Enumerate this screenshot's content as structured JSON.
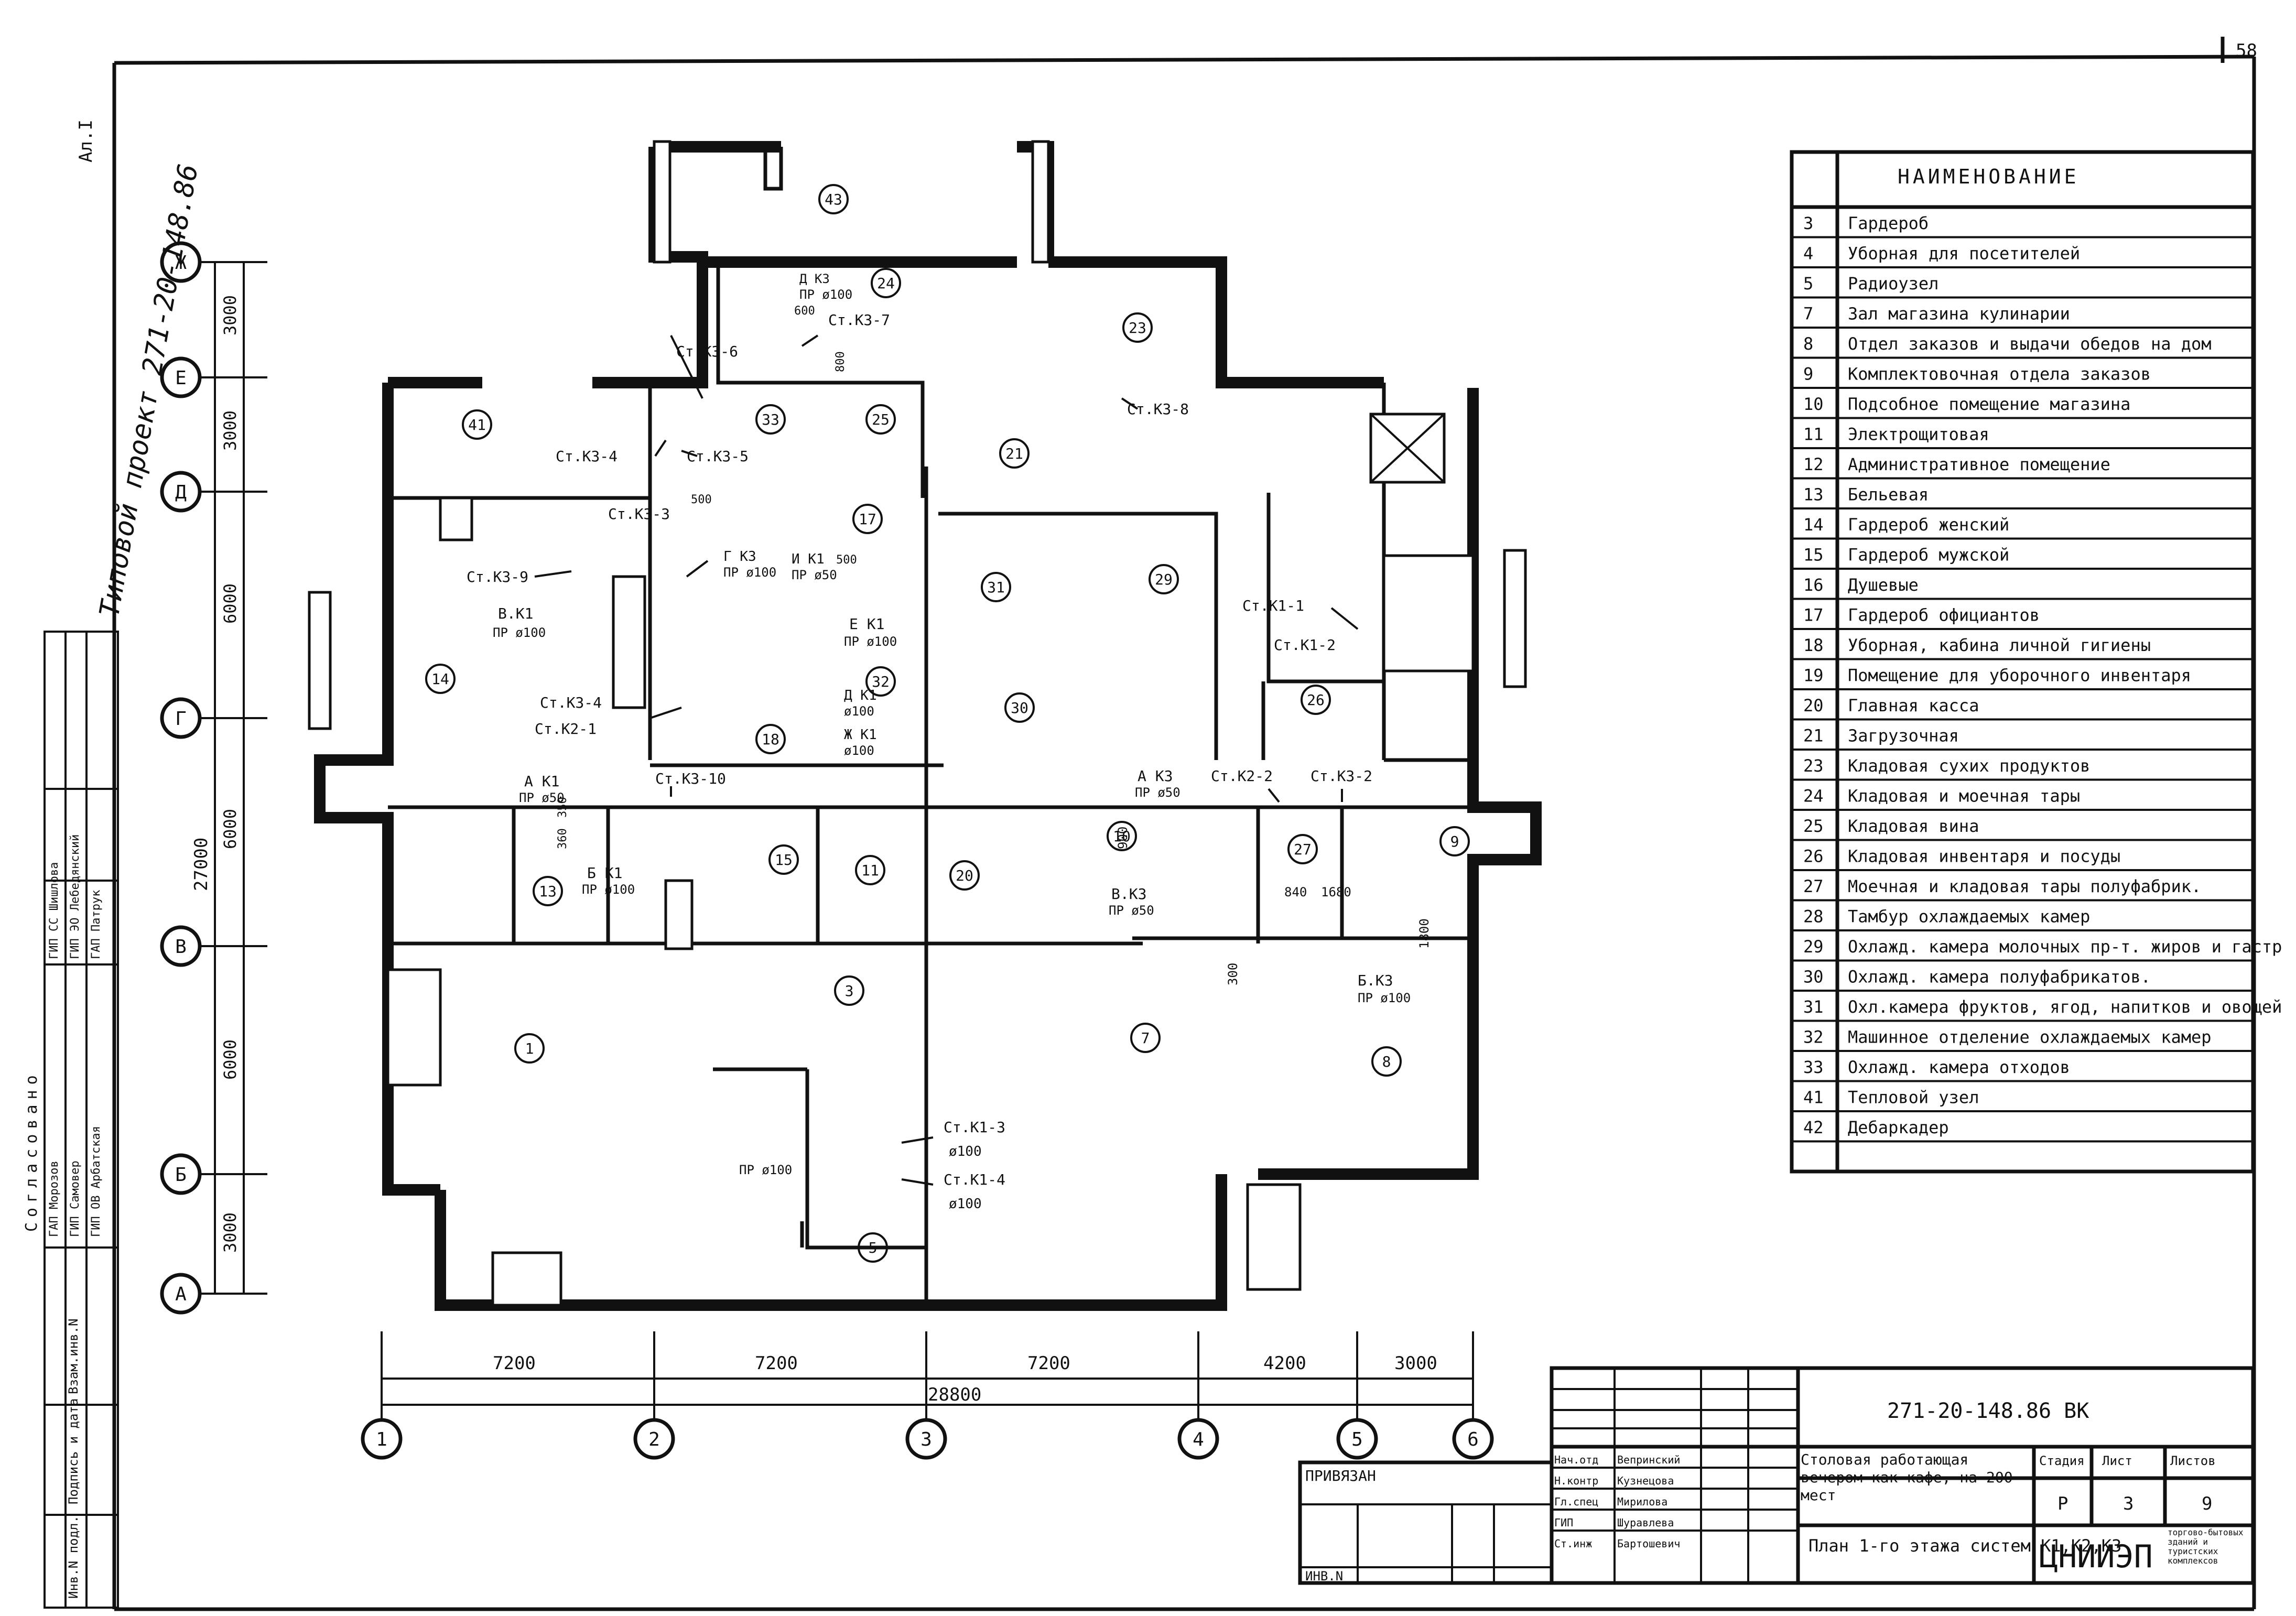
{
  "sheet": {
    "page_no": "58",
    "code": "271-20-148.86 ВК",
    "stamp_left": "Ал.I",
    "vertical_note": "Типовой проект 271-20-148.86",
    "bind_label": "ПРИВЯЗАН",
    "inv_label": "ИНВ.N",
    "org": "ЦНИИЭП",
    "org_note": "торгово-бытовых зданий и туристских комплексов",
    "title": "Столовая работающая вечером как кафе, на 200 мест",
    "subtitle": "План 1-го этажа систем К1,К2,К3",
    "stage_h": "Стадия",
    "sheet_h": "Лист",
    "sheets_h": "Листов",
    "stage": "Р",
    "sheet": "3",
    "sheets": "9",
    "signers": [
      [
        "Нач.отд",
        "Вепринский"
      ],
      [
        "Н.контр",
        "Кузнецова"
      ],
      [
        "Гл.спец",
        "Мирилова"
      ],
      [
        "ГИП",
        "Шуравлева"
      ],
      [
        "Ст.инж",
        "Бартошевич"
      ]
    ],
    "left_stamp": [
      "Инв.N подл.",
      "Подпись и дата",
      "Взам.инв.N",
      "Согласовано",
      "ГАП Морозов",
      "ГИП Самовер",
      "ГИП ОВ Арбатская",
      "ГИП СС Шишлова",
      "ГИП ЭО Лебедянский",
      "ГАП Патрук"
    ]
  },
  "legend": {
    "header": "НАИМЕНОВАНИЕ",
    "rows": [
      [
        "3",
        "Гардероб"
      ],
      [
        "4",
        "Уборная для посетителей"
      ],
      [
        "5",
        "Радиоузел"
      ],
      [
        "7",
        "Зал магазина кулинарии"
      ],
      [
        "8",
        "Отдел заказов и выдачи обедов на дом"
      ],
      [
        "9",
        "Комплектовочная отдела заказов"
      ],
      [
        "10",
        "Подсобное помещение магазина"
      ],
      [
        "11",
        "Электрощитовая"
      ],
      [
        "12",
        "Административное помещение"
      ],
      [
        "13",
        "Бельевая"
      ],
      [
        "14",
        "Гардероб женский"
      ],
      [
        "15",
        "Гардероб мужской"
      ],
      [
        "16",
        "Душевые"
      ],
      [
        "17",
        "Гардероб официантов"
      ],
      [
        "18",
        "Уборная, кабина личной гигиены"
      ],
      [
        "19",
        "Помещение для уборочного инвентаря"
      ],
      [
        "20",
        "Главная касса"
      ],
      [
        "21",
        "Загрузочная"
      ],
      [
        "23",
        "Кладовая сухих продуктов"
      ],
      [
        "24",
        "Кладовая и моечная тары"
      ],
      [
        "25",
        "Кладовая вина"
      ],
      [
        "26",
        "Кладовая инвентаря и посуды"
      ],
      [
        "27",
        "Моечная и кладовая тары полуфабрик."
      ],
      [
        "28",
        "Тамбур охлаждаемых камер"
      ],
      [
        "29",
        "Охлажд. камера молочных пр-т. жиров и гастр"
      ],
      [
        "30",
        "Охлажд. камера полуфабрикатов."
      ],
      [
        "31",
        "Охл.камера фруктов, ягод, напитков и овощей"
      ],
      [
        "32",
        "Машинное отделение охлаждаемых камер"
      ],
      [
        "33",
        "Охлажд. камера отходов"
      ],
      [
        "41",
        "Тепловой узел"
      ],
      [
        "42",
        "Дебаркадер"
      ]
    ]
  },
  "axes": {
    "letters": [
      "Ж",
      "Е",
      "Д",
      "Г",
      "В",
      "Б",
      "А"
    ],
    "numbers": [
      "1",
      "2",
      "3",
      "4",
      "5",
      "6"
    ],
    "v_dims": [
      "3000",
      "3000",
      "6000",
      "6000",
      "6000",
      "3000"
    ],
    "v_total": "27000",
    "h_dims": [
      "7200",
      "7200",
      "7200",
      "4200",
      "3000"
    ],
    "h_total": "28800"
  },
  "rooms": [
    "43",
    "24",
    "23",
    "33",
    "25",
    "41",
    "21",
    "17",
    "31",
    "29",
    "14",
    "32",
    "30",
    "26",
    "18",
    "13",
    "15",
    "11",
    "20",
    "10",
    "27",
    "9",
    "3",
    "1",
    "7",
    "8",
    "5"
  ],
  "risers": [
    "Ст.К3-6",
    "Ст.К3-7",
    "Ст.К3-8",
    "Ст.К3-4",
    "Ст.К3-5",
    "Ст.К3-3",
    "Ст.К3-9",
    "Ст.К1-1",
    "Ст.К1-2",
    "Ст.К3-4",
    "Ст.К2-1",
    "Ст.К3-10",
    "Ст.К2-2",
    "Ст.К3-2",
    "Ст.К1-3",
    "Ст.К1-4"
  ],
  "fixtures": [
    "Д К3",
    "ПР ø100",
    "В.К1",
    "ПР ø100",
    "А К1",
    "ПР ø50",
    "Б К1",
    "ПР ø100",
    "Е К1",
    "ПР ø100",
    "А К3",
    "ПР ø50",
    "В.К3",
    "ПР ø50",
    "Б.К3",
    "ПР ø100",
    "И К1",
    "ПР ø50",
    "Г К3",
    "ПР ø100",
    "Д К1",
    "ø100",
    "Ж К1",
    "ø100",
    "ø100",
    "ø100",
    "ПР ø100"
  ],
  "dims": [
    "600",
    "500",
    "500",
    "1800",
    "1680",
    "840",
    "900",
    "800",
    "300",
    "360",
    "350"
  ]
}
